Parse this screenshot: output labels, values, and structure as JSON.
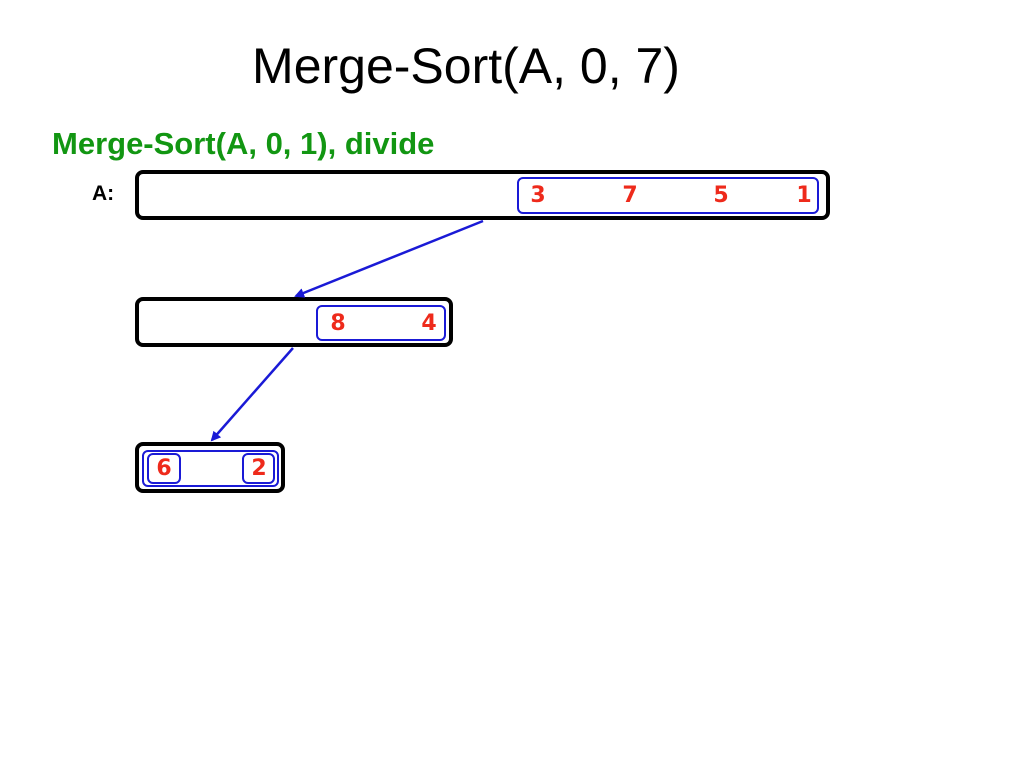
{
  "title": "Merge-Sort(A, 0, 7)",
  "step_label": "Merge-Sort(A, 0, 1), divide",
  "array_label": "A:",
  "colors": {
    "step_label": "#129612",
    "numbers": "#ee2a1b",
    "subarray_border": "#1a1ad6",
    "arrow": "#1a1ad6",
    "outer_border": "#000000"
  },
  "levels": [
    {
      "values": [
        "3",
        "7",
        "5",
        "1"
      ]
    },
    {
      "values": [
        "8",
        "4"
      ]
    },
    {
      "values": [
        "6",
        "2"
      ]
    }
  ],
  "arrows": [
    {
      "from": "level-0",
      "to": "level-1"
    },
    {
      "from": "level-1",
      "to": "level-2"
    }
  ]
}
